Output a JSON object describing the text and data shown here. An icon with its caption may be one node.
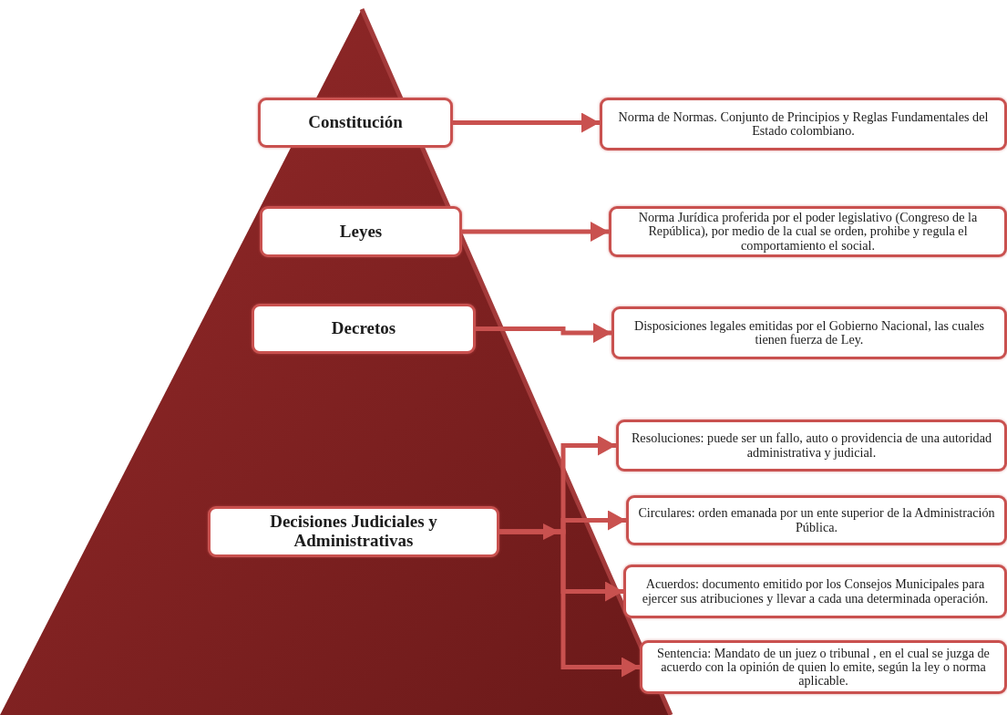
{
  "diagram": {
    "nodes": [
      {
        "text": [
          "Constitución"
        ]
      },
      {
        "text": [
          "Leyes"
        ]
      },
      {
        "text": [
          "Decretos"
        ]
      },
      {
        "text": [
          "Decisiones Judiciales y Administrativas"
        ]
      },
      {
        "text": [
          "Norma de Normas. Conjunto de Principios y Reglas Fundamentales del Estado colombiano."
        ]
      },
      {
        "text": [
          "Norma Jurídica proferida por el poder legislativo (Congreso de la República), por medio de la cual se orden, prohibe y regula el comportamiento el social."
        ]
      },
      {
        "text": [
          "Disposiciones legales emitidas por el Gobierno Nacional, las cuales tienen fuerza de Ley."
        ]
      },
      {
        "text": [
          "Resoluciones: puede ser un fallo,  auto o providencia de una autoridad administrativa y judicial."
        ]
      },
      {
        "text": [
          "Circulares: orden emanada por un ente superior de la Administración Pública."
        ]
      },
      {
        "text": [
          "Acuerdos:  documento emitido por los Consejos Municipales para ejercer sus atribuciones y llevar a cada una determinada operación."
        ]
      },
      {
        "text": [
          "Sentencia: Mandato de un juez o tribunal , en el cual se juzga de acuerdo con la opinión de quien lo emite, según la ley o norma aplicable."
        ]
      }
    ],
    "edges": [
      {
        "from": 0,
        "to": 4,
        "arrow": "to"
      },
      {
        "from": 1,
        "to": 5,
        "arrow": "to"
      },
      {
        "from": 2,
        "to": 6,
        "arrow": "to"
      },
      {
        "from": 3,
        "to": 7,
        "arrow": "to"
      },
      {
        "from": 3,
        "to": 8,
        "arrow": "to"
      },
      {
        "from": 3,
        "to": 9,
        "arrow": "to"
      },
      {
        "from": 3,
        "to": 10,
        "arrow": "to"
      }
    ]
  }
}
